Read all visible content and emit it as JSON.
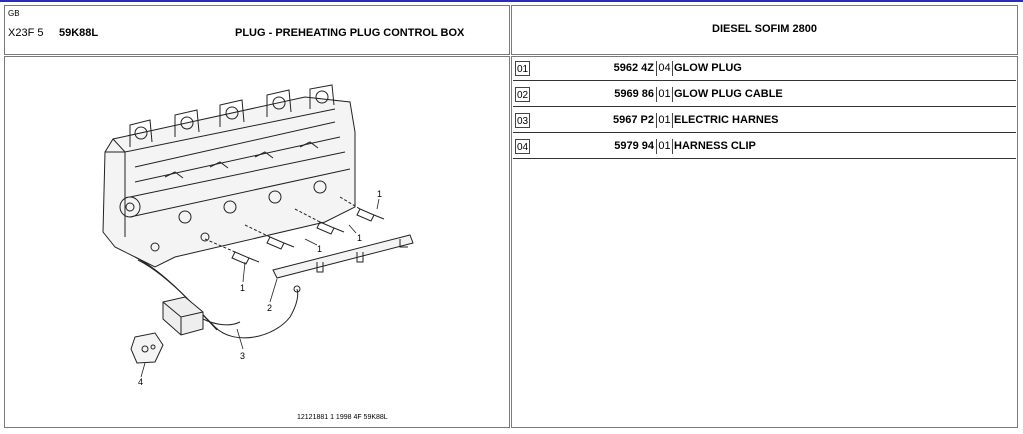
{
  "header": {
    "language": "GB",
    "code_prefix": "X23F 5",
    "code_main": "59K88L",
    "title": "PLUG - PREHEATING PLUG CONTROL BOX",
    "model": "DIESEL SOFIM 2800"
  },
  "parts": [
    {
      "ref": "01",
      "number": "5962 4Z",
      "qty": "04",
      "description": "GLOW PLUG"
    },
    {
      "ref": "02",
      "number": "5969 86",
      "qty": "01",
      "description": "GLOW PLUG CABLE"
    },
    {
      "ref": "03",
      "number": "5967 P2",
      "qty": "01",
      "description": "ELECTRIC HARNES"
    },
    {
      "ref": "04",
      "number": "5979 94",
      "qty": "01",
      "description": "HARNESS CLIP"
    }
  ],
  "diagram": {
    "callouts": [
      "1",
      "1",
      "1",
      "1",
      "2",
      "3",
      "4"
    ],
    "reference_code": "12121881   1 1998   4F 59K88L"
  },
  "colors": {
    "top_line": "#2b2bb8",
    "border": "#7a7a7a"
  }
}
